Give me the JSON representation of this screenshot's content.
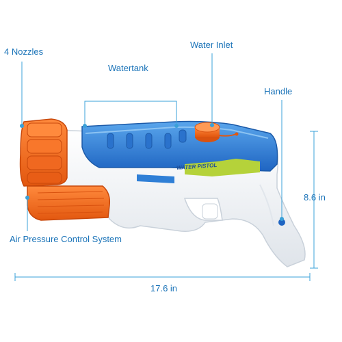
{
  "callouts": {
    "nozzles": "4 Nozzles",
    "watertank": "Watertank",
    "water_inlet": "Water Inlet",
    "handle": "Handle",
    "air_pressure": "Air Pressure Control System"
  },
  "dimensions": {
    "height": "8.6 in",
    "width": "17.6 in"
  },
  "product": {
    "badge_text": "WATER PISTOL"
  },
  "colors": {
    "callout_text": "#1a73b8",
    "callout_line": "#3aa0d8",
    "orange": "#f26a1b",
    "blue": "#2f7fd6",
    "white_body": "#f4f6f8"
  }
}
